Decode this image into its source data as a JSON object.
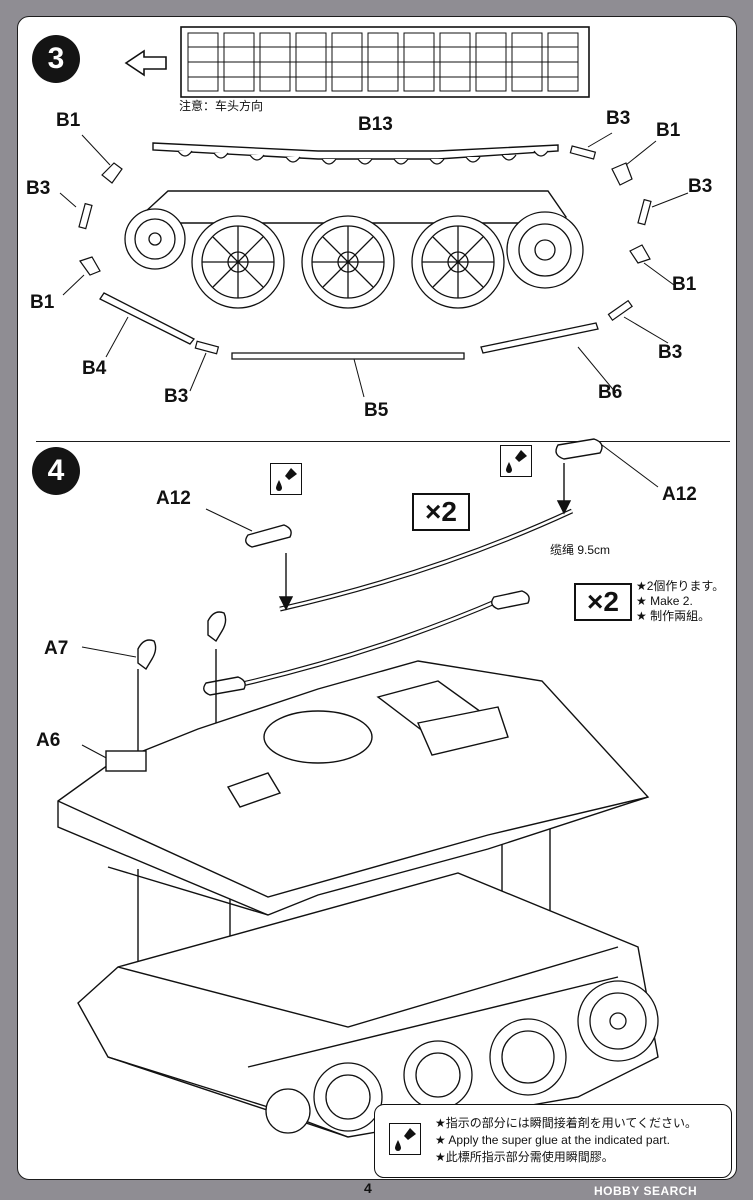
{
  "page": {
    "number": "4",
    "watermark": "HOBBY SEARCH"
  },
  "step3": {
    "number": "3",
    "note": "注意：车头方向",
    "labels": {
      "b1_top_left": "B1",
      "b3_left": "B3",
      "b1_left": "B1",
      "b4": "B4",
      "b3_bottom_left": "B3",
      "b5": "B5",
      "b13": "B13",
      "b3_top_right": "B3",
      "b1_top_right": "B1",
      "b3_right": "B3",
      "b1_right": "B1",
      "b3_bottom_right": "B3",
      "b6": "B6"
    }
  },
  "step4": {
    "number": "4",
    "labels": {
      "a12_left": "A12",
      "a12_right": "A12",
      "a7": "A7",
      "a6": "A6"
    },
    "multiplier_top": "×2",
    "multiplier_side": "×2",
    "cable_length": "缆绳 9.5cm",
    "make_two": [
      "★2個作ります。",
      "★ Make 2.",
      "★ 制作兩組。"
    ]
  },
  "glue_note": {
    "lines": [
      "★指示の部分には瞬間接着剤を用いてください。",
      "★ Apply the super glue at the indicated part.",
      "★此標所指示部分需使用瞬間膠。"
    ],
    "icon": "super-glue-icon"
  }
}
